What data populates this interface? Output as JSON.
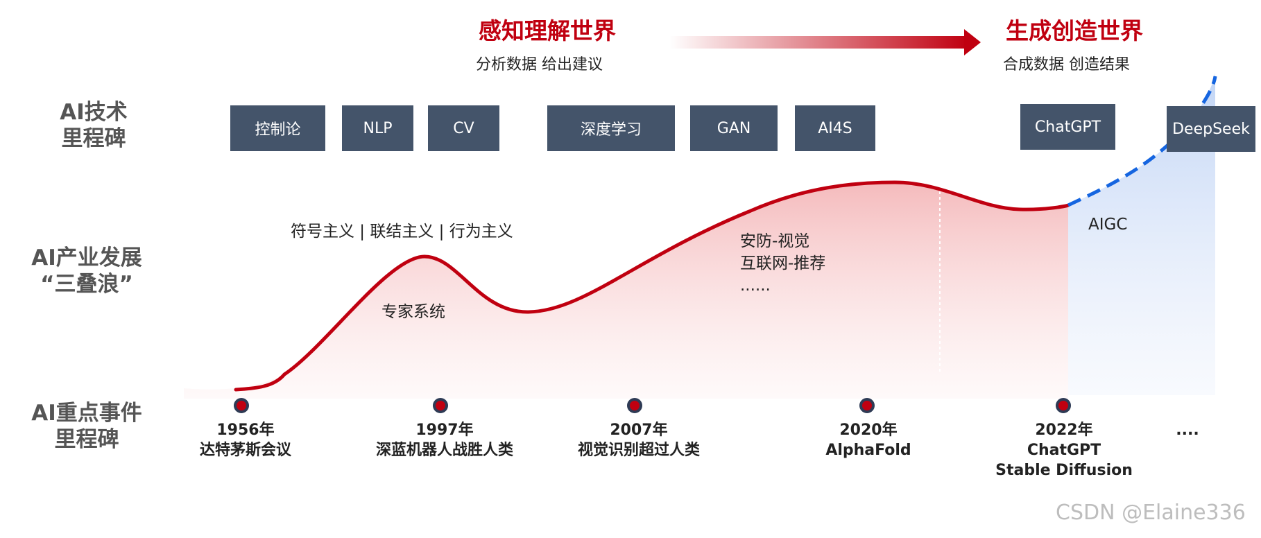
{
  "phases": {
    "perception": {
      "title": "感知理解世界",
      "subtitle": "分析数据 给出建议"
    },
    "generation": {
      "title": "生成创造世界",
      "subtitle": "合成数据 创造结果"
    }
  },
  "row_labels": {
    "tech": [
      "AI技术",
      "里程碑"
    ],
    "industry": [
      "AI产业发展",
      "“三叠浪”"
    ],
    "events": [
      "AI重点事件",
      "里程碑"
    ]
  },
  "tech_milestones": [
    "控制论",
    "NLP",
    "CV",
    "深度学习",
    "GAN",
    "AI4S",
    "ChatGPT",
    "DeepSeek"
  ],
  "waves": {
    "first_schools": "符号主义 | 联结主义 |  行为主义",
    "first_name": "专家系统",
    "second_lines": [
      "安防-视觉",
      "互联网-推荐",
      "......"
    ],
    "third_name": "AIGC"
  },
  "events": [
    {
      "year": "1956年",
      "lines": [
        "达特茅斯会议"
      ]
    },
    {
      "year": "1997年",
      "lines": [
        "深蓝机器人战胜人类"
      ]
    },
    {
      "year": "2007年",
      "lines": [
        "视觉识别超过人类"
      ]
    },
    {
      "year": "2020年",
      "lines": [
        "AlphaFold"
      ]
    },
    {
      "year": "2022年",
      "lines": [
        "ChatGPT",
        "Stable Diffusion"
      ]
    }
  ],
  "events_more": "....",
  "watermark": "CSDN @Elaine336",
  "colors": {
    "red": "#c00010",
    "blue": "#1565e0",
    "box": "#44546a",
    "label_gray": "#555555",
    "dot": "#c00010",
    "dot_ring": "#2e3b55"
  }
}
